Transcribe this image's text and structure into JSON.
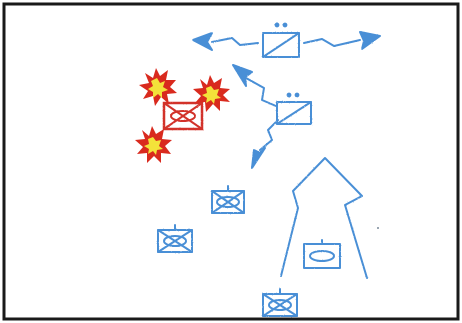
{
  "colors": {
    "frame": "#1a1a1a",
    "friendly": "#4a8fd6",
    "enemy": "#d2332a",
    "blast_outer": "#d92a1e",
    "blast_inner": "#f3e23a",
    "background": "#ffffff"
  },
  "symbols": {
    "friendly_units": [
      {
        "id": "hq-top",
        "type": "armor-hq",
        "echelon": "section"
      },
      {
        "id": "hq-mid",
        "type": "armor-hq",
        "echelon": "section"
      },
      {
        "id": "unit-a",
        "type": "armored-infantry",
        "echelon": "single"
      },
      {
        "id": "unit-b",
        "type": "armored-infantry",
        "echelon": "single"
      },
      {
        "id": "unit-c",
        "type": "armored-infantry",
        "echelon": "single"
      },
      {
        "id": "unit-d",
        "type": "armor",
        "echelon": "none"
      }
    ],
    "enemy_units": [
      {
        "id": "enemy-1",
        "type": "armored-infantry",
        "status": "destroyed"
      }
    ],
    "icons": [
      "axis-of-advance-arrow",
      "lightning-arrow-icon",
      "explosion-icon"
    ]
  }
}
